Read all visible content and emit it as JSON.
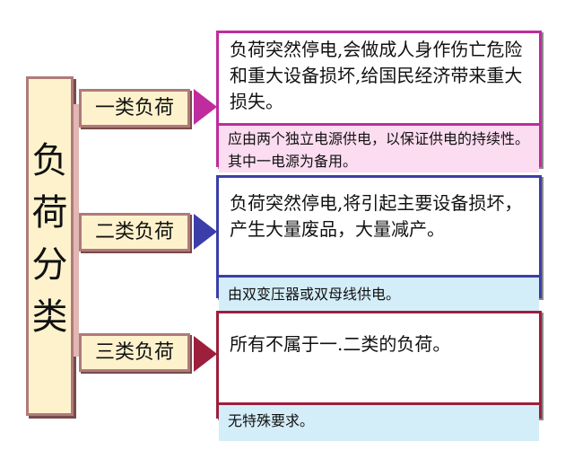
{
  "main": {
    "label_chars": [
      "负",
      "荷",
      "分",
      "类"
    ]
  },
  "categories": [
    {
      "label": "一类负荷",
      "description": "负荷突然停电,会做成人身作伤亡危险和重大设备损坏,给国民经济带来重大损失。",
      "requirement": "应由两个独立电源供电，以保证供电的持续性。其中一电源为备用。",
      "accent_color": "#bf2c9e",
      "requirement_bg": "#fbdcf0"
    },
    {
      "label": "二类负荷",
      "description": "负荷突然停电,将引起主要设备损坏，产生大量废品，大量减产。",
      "requirement": "由双变压器或双母线供电。",
      "accent_color": "#3b3ea8",
      "requirement_bg": "#d4eef9"
    },
    {
      "label": "三类负荷",
      "description": "所有不属于一.二类的负荷。",
      "requirement": "无特殊要求。",
      "accent_color": "#9c1f3c",
      "requirement_bg": "#d4eef9"
    }
  ]
}
